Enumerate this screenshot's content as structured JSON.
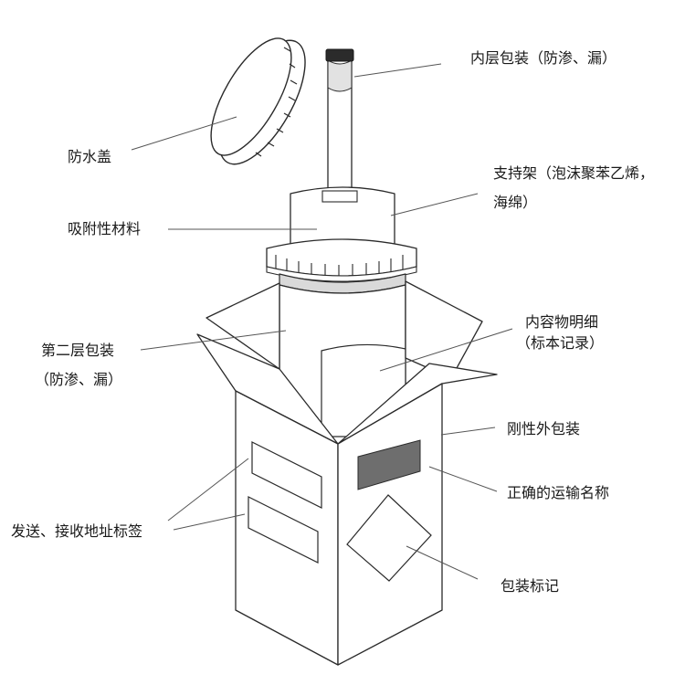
{
  "labels": {
    "inner_packaging": "内层包装（防渗、漏）",
    "waterproof_cap": "防水盖",
    "support_rack_line1": "支持架（泡沫聚苯乙烯，",
    "support_rack_line2": "海绵）",
    "absorbent_material": "吸附性材料",
    "second_layer_line1": "第二层包装",
    "second_layer_line2": "（防渗、漏）",
    "contents_line1": "内容物明细",
    "contents_line2": "（标本记录）",
    "rigid_outer": "刚性外包装",
    "shipping_name": "正确的运输名称",
    "address_labels": "发送、接收地址标签",
    "package_mark": "包装标记"
  }
}
